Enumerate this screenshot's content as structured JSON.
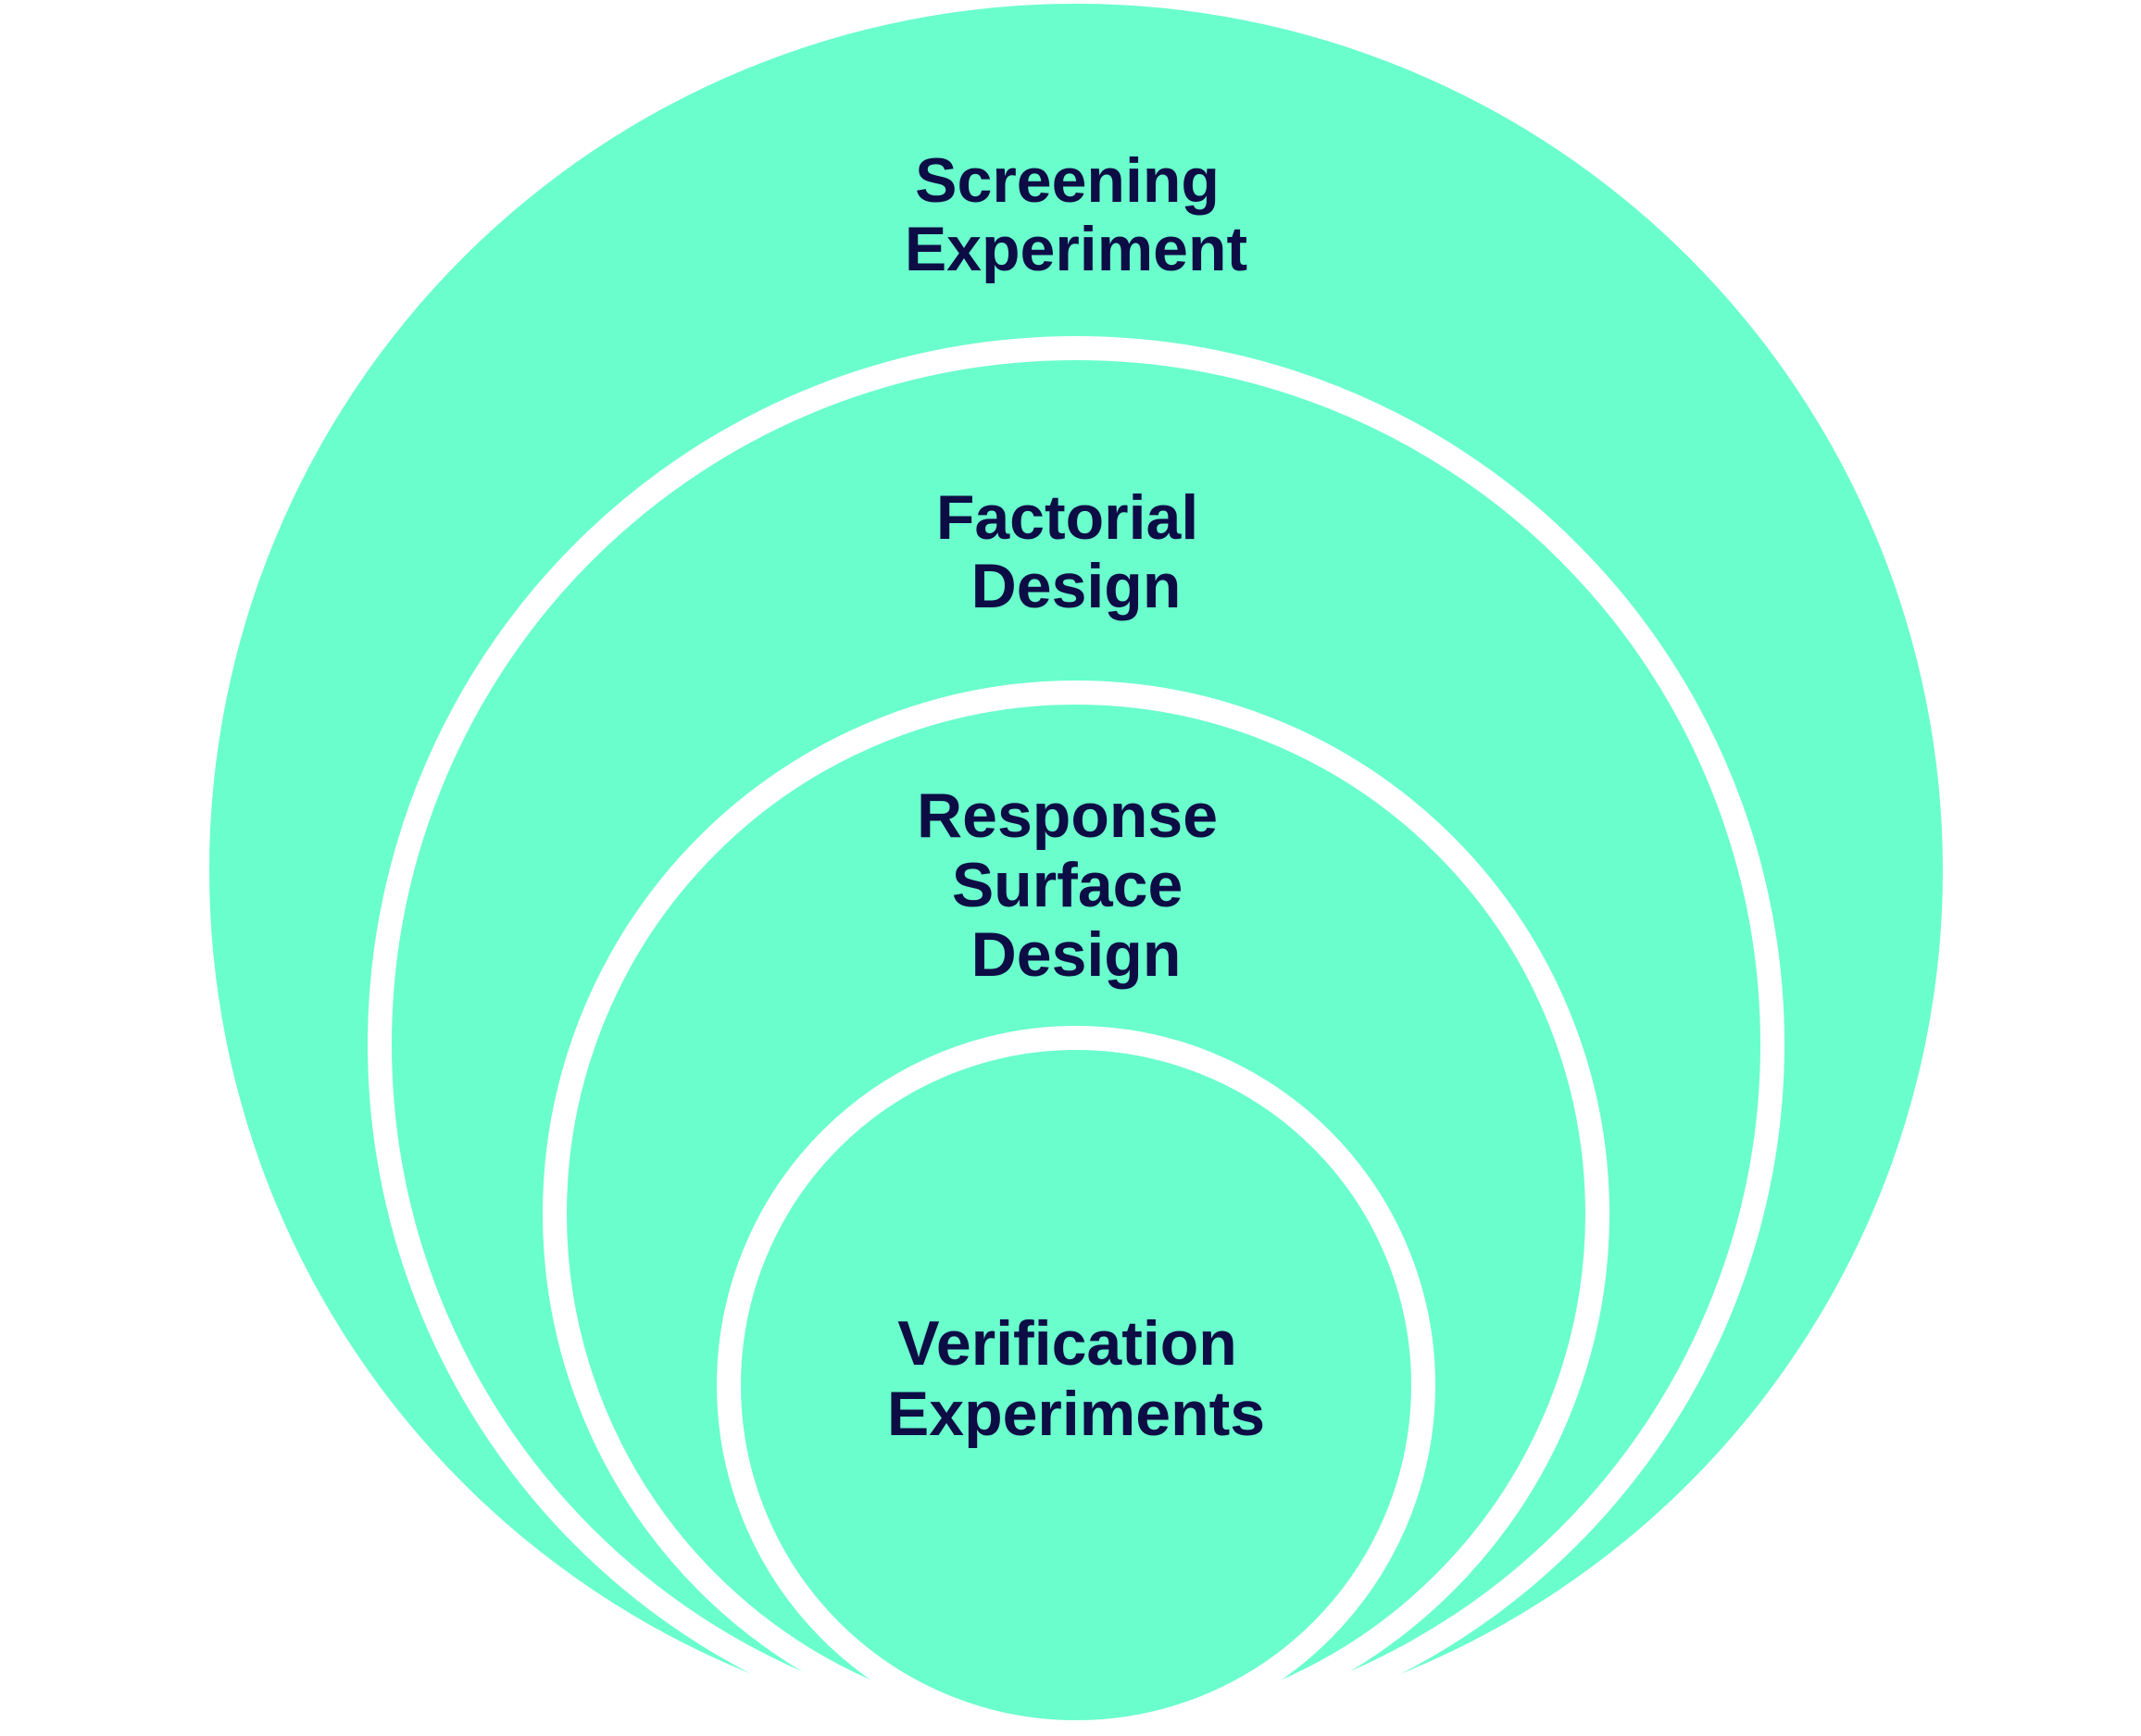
{
  "diagram": {
    "levels": [
      {
        "line1": "Screening",
        "line2": "Experiment"
      },
      {
        "line1": "Factorial",
        "line2": "Design"
      },
      {
        "line1": "Response",
        "line2": "Surface",
        "line3": "Design"
      },
      {
        "line1": "Verification",
        "line2": "Experiments"
      }
    ],
    "colors": {
      "fill": "#6afecc",
      "outline": "#ffffff",
      "text": "#0d0d45"
    }
  }
}
